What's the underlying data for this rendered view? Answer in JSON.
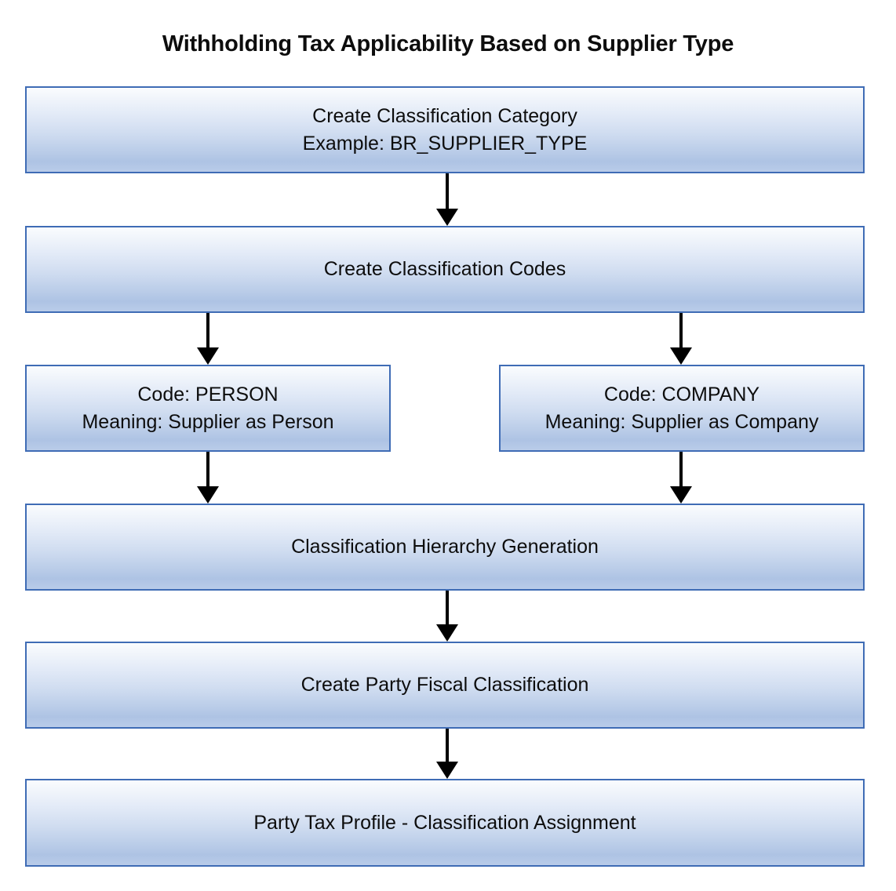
{
  "diagram": {
    "title": "Withholding Tax Applicability Based on Supplier Type",
    "type": "flowchart",
    "orientation": "top-to-bottom",
    "theme": {
      "box_border_color": "#3f6cb5",
      "box_gradient_top": "#fafcfe",
      "box_gradient_bottom": "#aec3e4",
      "text_color": "#0d0d0d",
      "arrow_color": "#000000",
      "background_color": "#ffffff"
    },
    "nodes": [
      {
        "id": "classification-category",
        "label": "Create Classification Category\nExample: BR_SUPPLIER_TYPE",
        "line1": "Create Classification Category",
        "line2": "Example: BR_SUPPLIER_TYPE"
      },
      {
        "id": "classification-codes",
        "label": "Create Classification Codes",
        "line1": "Create Classification Codes",
        "line2": ""
      },
      {
        "id": "code-person",
        "label": "Code: PERSON\nMeaning: Supplier as Person",
        "line1": "Code: PERSON",
        "line2": "Meaning: Supplier as Person"
      },
      {
        "id": "code-company",
        "label": "Code: COMPANY\nMeaning: Supplier as Company",
        "line1": "Code: COMPANY",
        "line2": "Meaning: Supplier as Company"
      },
      {
        "id": "hierarchy-generation",
        "label": "Classification Hierarchy Generation",
        "line1": "Classification Hierarchy Generation",
        "line2": ""
      },
      {
        "id": "party-fiscal-classification",
        "label": "Create Party Fiscal Classification",
        "line1": "Create Party Fiscal Classification",
        "line2": ""
      },
      {
        "id": "party-tax-profile",
        "label": "Party Tax Profile - Classification Assignment",
        "line1": "Party Tax Profile - Classification Assignment",
        "line2": ""
      }
    ],
    "edges": [
      {
        "id": "edge-category-to-codes",
        "from": "classification-category",
        "to": "classification-codes",
        "style": "solid-arrow-down"
      },
      {
        "id": "edge-codes-to-person",
        "from": "classification-codes",
        "to": "code-person",
        "style": "solid-arrow-down"
      },
      {
        "id": "edge-codes-to-company",
        "from": "classification-codes",
        "to": "code-company",
        "style": "solid-arrow-down"
      },
      {
        "id": "edge-person-to-hierarchy",
        "from": "code-person",
        "to": "hierarchy-generation",
        "style": "solid-arrow-down"
      },
      {
        "id": "edge-company-to-hierarchy",
        "from": "code-company",
        "to": "hierarchy-generation",
        "style": "solid-arrow-down"
      },
      {
        "id": "edge-hierarchy-to-fiscal",
        "from": "hierarchy-generation",
        "to": "party-fiscal-classification",
        "style": "solid-arrow-down"
      },
      {
        "id": "edge-fiscal-to-profile",
        "from": "party-fiscal-classification",
        "to": "party-tax-profile",
        "style": "solid-arrow-down"
      }
    ]
  }
}
